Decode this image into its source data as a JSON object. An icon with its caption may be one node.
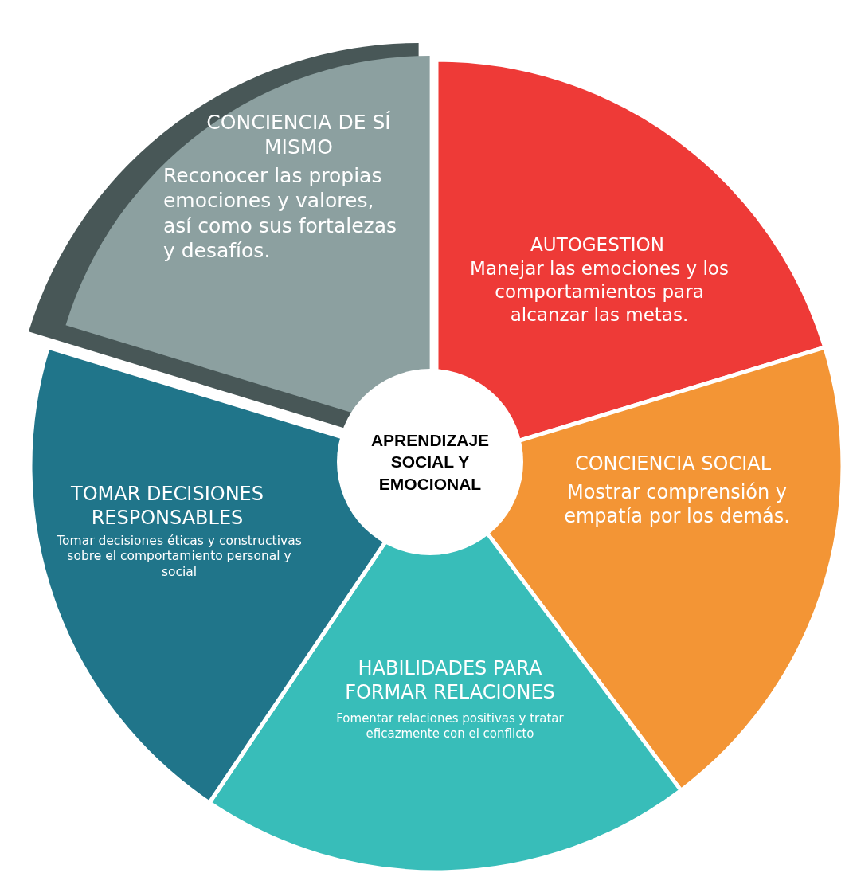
{
  "diagram": {
    "nodes": [
      {
        "text": [
          "APRENDIZAJE SOCIAL Y EMOCIONAL"
        ]
      },
      {
        "text": [
          "CONCIENCIA DE SÍ MISMO",
          "Reconocer las propias emociones y valores, así como sus fortalezas y desafíos."
        ]
      },
      {
        "text": [
          "AUTOGESTION",
          "Manejar las emociones y los comportamientos para alcanzar las metas."
        ]
      },
      {
        "text": [
          "CONCIENCIA SOCIAL",
          "Mostrar comprensión y empatía por los demás."
        ]
      },
      {
        "text": [
          "HABILIDADES PARA FORMAR RELACIONES",
          "Fomentar relaciones positivas y tratar eficazmente con el conflicto"
        ]
      },
      {
        "text": [
          "TOMAR DECISIONES RESPONSABLES",
          "Tomar decisiones éticas y constructivas sobre el comportamiento personal y social"
        ]
      }
    ]
  }
}
